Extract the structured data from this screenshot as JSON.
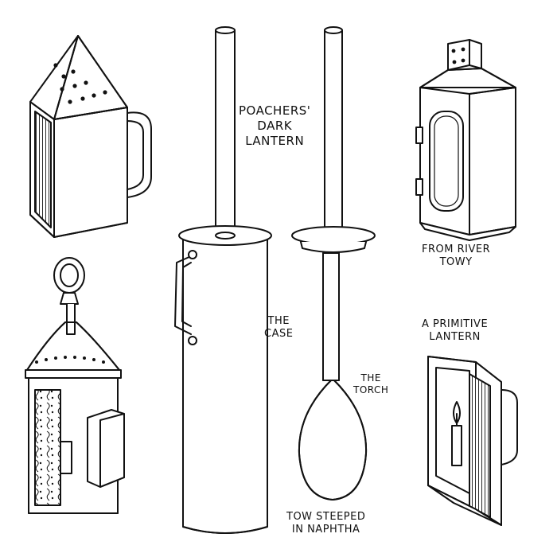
{
  "labels": {
    "poachers_line1": "POACHERS'",
    "poachers_line2": "DARK",
    "poachers_line3": "LANTERN",
    "case": "THE CASE",
    "case_line1": "THE",
    "case_line2": "CASE",
    "torch_line1": "THE",
    "torch_line2": "TORCH",
    "tow_line1": "TOW STEEPED",
    "tow_line2": "IN NAPHTHA",
    "river_line1": "FROM RIVER",
    "river_line2": "TOWY",
    "primitive_line1": "A PRIMITIVE",
    "primitive_line2": "LANTERN"
  },
  "colors": {
    "ink": "#111111",
    "paper": "#ffffff"
  }
}
